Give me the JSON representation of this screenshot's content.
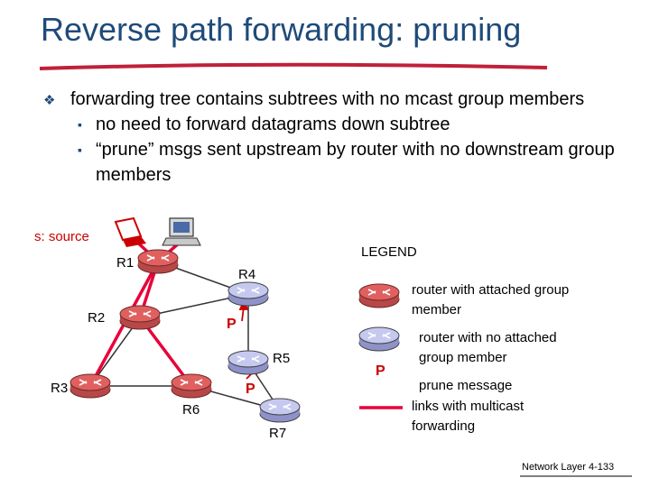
{
  "slide": {
    "title": "Reverse path forwarding: pruning",
    "bullets": {
      "main": "forwarding tree contains subtrees with no mcast group members",
      "subs": [
        "no need to forward datagrams down subtree",
        "“prune” msgs sent upstream by router with no downstream group members"
      ]
    },
    "footer": {
      "text": "Network Layer",
      "page": "4-133"
    }
  },
  "diagram": {
    "source_label": "s: source",
    "routers": {
      "r1": "R1",
      "r2": "R2",
      "r3": "R3",
      "r4": "R4",
      "r5": "R5",
      "r6": "R6",
      "r7": "R7"
    },
    "prune_marks": [
      "P",
      "P"
    ],
    "colors": {
      "member": "#e06060",
      "non_member": "#b8bce8",
      "multicast_link": "#e8003a",
      "plain_link": "#333333"
    }
  },
  "legend": {
    "title": "LEGEND",
    "member": "router with attached group member",
    "non_member": "router with no attached group member",
    "prune_symbol": "P",
    "prune": "prune message",
    "links": "links with multicast forwarding"
  }
}
